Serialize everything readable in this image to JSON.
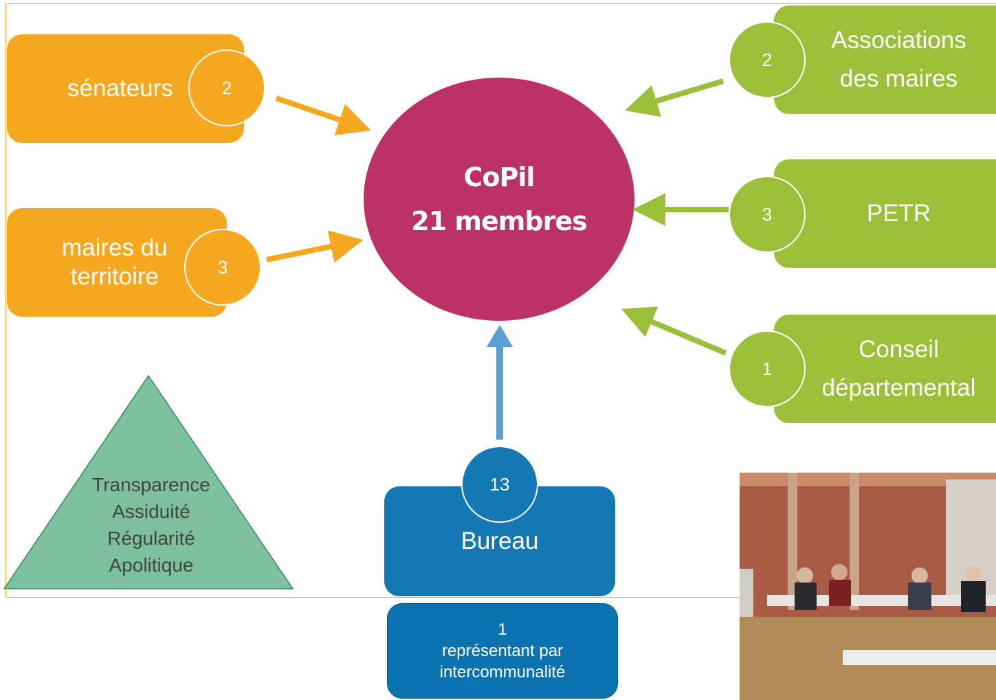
{
  "center": {
    "title": "CoPil",
    "subtitle": "21 membres"
  },
  "left_nodes": [
    {
      "label": "sénateurs",
      "count": "2"
    },
    {
      "label_line1": "maires du",
      "label_line2": "territoire",
      "count": "3"
    }
  ],
  "right_nodes": [
    {
      "label_line1": "Associations",
      "label_line2": "des maires",
      "count": "2"
    },
    {
      "label": "PETR",
      "count": "3"
    },
    {
      "label_line1": "Conseil",
      "label_line2": "départemental",
      "count": "1"
    }
  ],
  "bottom_node": {
    "label": "Bureau",
    "count": "13"
  },
  "bottom_note": {
    "line1": "1",
    "line2": "représentant par",
    "line3": "intercommunalité"
  },
  "values": [
    "Transparence",
    "Assiduité",
    "Régularité",
    "Apolitique"
  ],
  "colors": {
    "center": "#bc3267",
    "left": "#f5a81f",
    "right": "#9cbf3a",
    "bottom": "#1478b4",
    "triangle": "#7dc0a0",
    "frame": "#f0a520"
  }
}
